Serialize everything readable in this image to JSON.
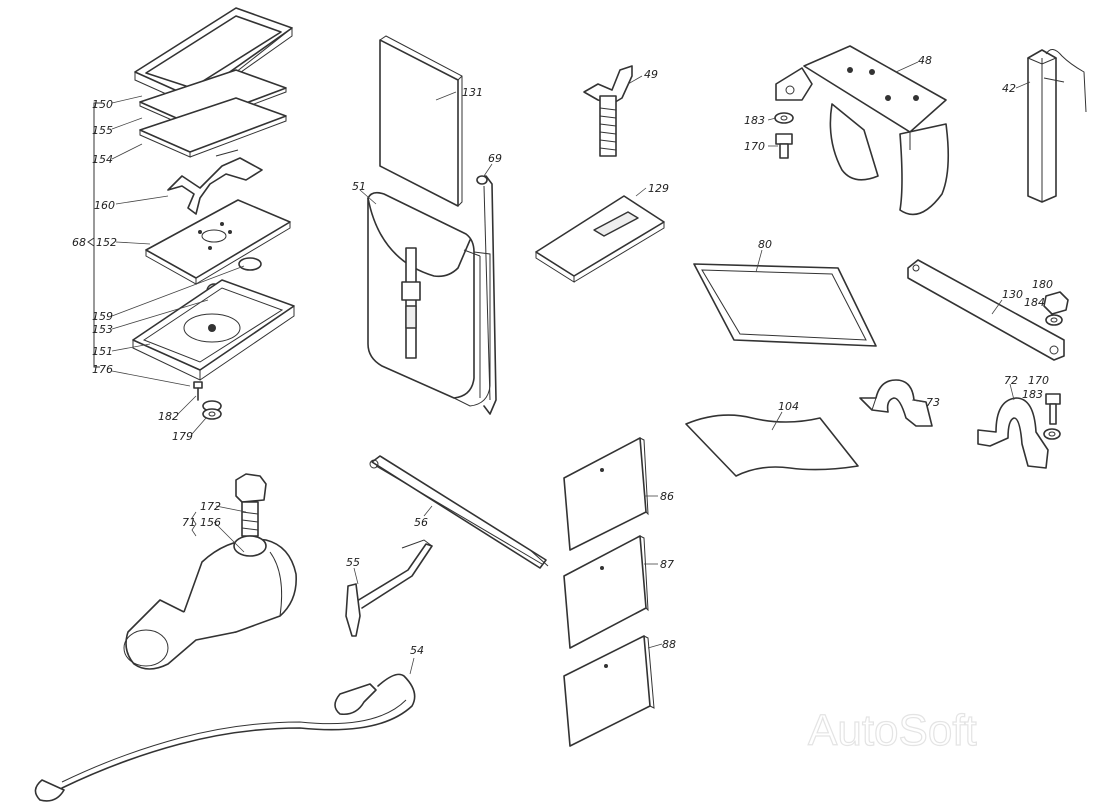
{
  "callouts": {
    "c150": "150",
    "c155": "155",
    "c154": "154",
    "c160": "160",
    "c68": "68",
    "c152": "152",
    "c159": "159",
    "c153": "153",
    "c151": "151",
    "c176": "176",
    "c182": "182",
    "c179": "179",
    "c131": "131",
    "c51": "51",
    "c69": "69",
    "c49": "49",
    "c129": "129",
    "c48": "48",
    "c183a": "183",
    "c170a": "170",
    "c42": "42",
    "c80": "80",
    "c130": "130",
    "c180": "180",
    "c184": "184",
    "c104": "104",
    "c73": "73",
    "c72": "72",
    "c170b": "170",
    "c183b": "183",
    "c86": "86",
    "c87": "87",
    "c88": "88",
    "c56": "56",
    "c55": "55",
    "c54": "54",
    "c172": "172",
    "c71": "71",
    "c156": "156"
  },
  "watermark": "AutoSoft"
}
